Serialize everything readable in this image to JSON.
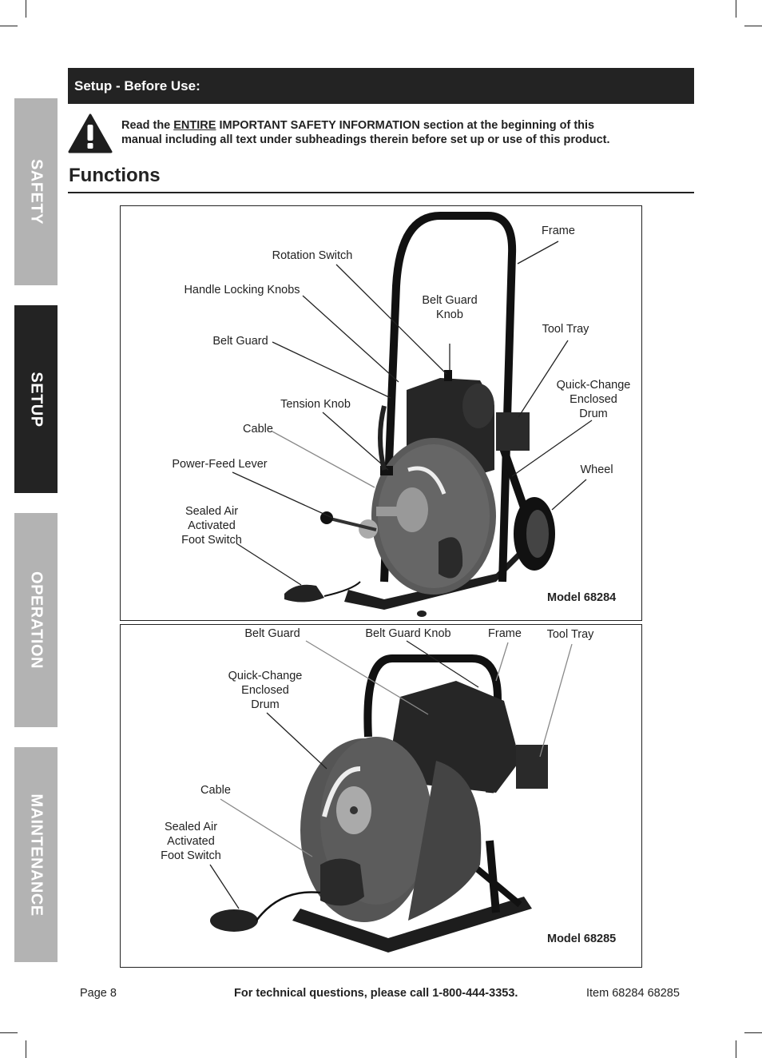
{
  "side_tabs": [
    {
      "label": "SAFETY",
      "active": false
    },
    {
      "label": "SETUP",
      "active": true
    },
    {
      "label": "OPERATION",
      "active": false
    },
    {
      "label": "MAINTENANCE",
      "active": false
    }
  ],
  "header": {
    "title": "Setup - Before Use:"
  },
  "warning": {
    "prefix": "Read the ",
    "emphasis": "ENTIRE",
    "line1_rest": " IMPORTANT SAFETY INFORMATION section at the beginning of this",
    "line2": "manual including all text under subheadings therein before set up or use of this product."
  },
  "section": {
    "title": "Functions"
  },
  "figure1": {
    "model": "Model 68284",
    "labels": {
      "frame": "Frame",
      "rotation_switch": "Rotation Switch",
      "handle_locking_knobs": "Handle Locking Knobs",
      "belt_guard_knob_1": "Belt Guard",
      "belt_guard_knob_2": "Knob",
      "tool_tray": "Tool Tray",
      "belt_guard": "Belt Guard",
      "qc_1": "Quick-Change",
      "qc_2": "Enclosed",
      "qc_3": "Drum",
      "tension_knob": "Tension Knob",
      "cable": "Cable",
      "power_feed_lever": "Power-Feed Lever",
      "wheel": "Wheel",
      "fs_1": "Sealed Air",
      "fs_2": "Activated",
      "fs_3": "Foot Switch"
    }
  },
  "figure2": {
    "model": "Model 68285",
    "labels": {
      "belt_guard": "Belt Guard",
      "belt_guard_knob": "Belt Guard Knob",
      "frame": "Frame",
      "tool_tray": "Tool Tray",
      "qc_1": "Quick-Change",
      "qc_2": "Enclosed",
      "qc_3": "Drum",
      "cable": "Cable",
      "fs_1": "Sealed Air",
      "fs_2": "Activated",
      "fs_3": "Foot Switch"
    }
  },
  "footer": {
    "page": "Page 8",
    "phone": "For technical questions, please call 1-800-444-3353.",
    "item": "Item 68284 68285"
  }
}
